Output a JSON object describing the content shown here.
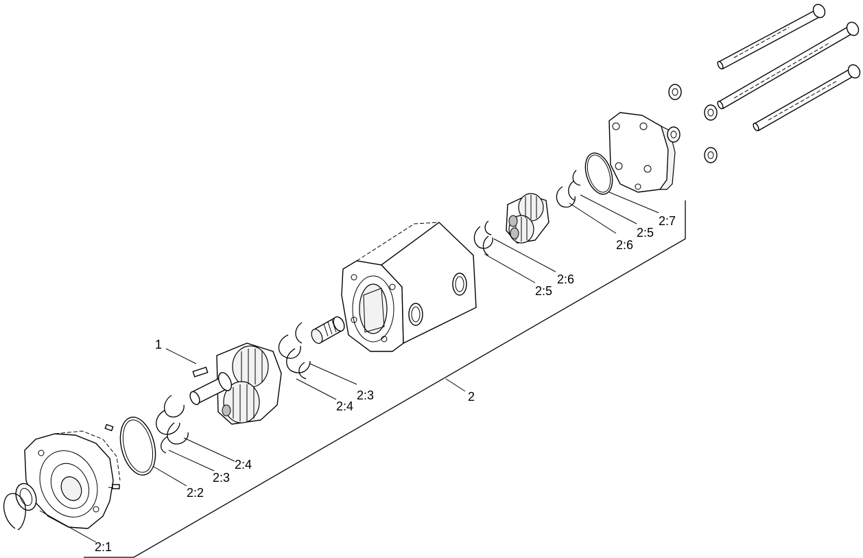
{
  "callouts": {
    "c1": "1",
    "c2": "2",
    "c2_1": "2:1",
    "c2_2": "2:2",
    "c2_3a": "2:3",
    "c2_4a": "2:4",
    "c2_3b": "2:3",
    "c2_4b": "2:4",
    "c2_5a": "2:5",
    "c2_6a": "2:6",
    "c2_6b": "2:6",
    "c2_5b": "2:5",
    "c2_7": "2:7"
  }
}
